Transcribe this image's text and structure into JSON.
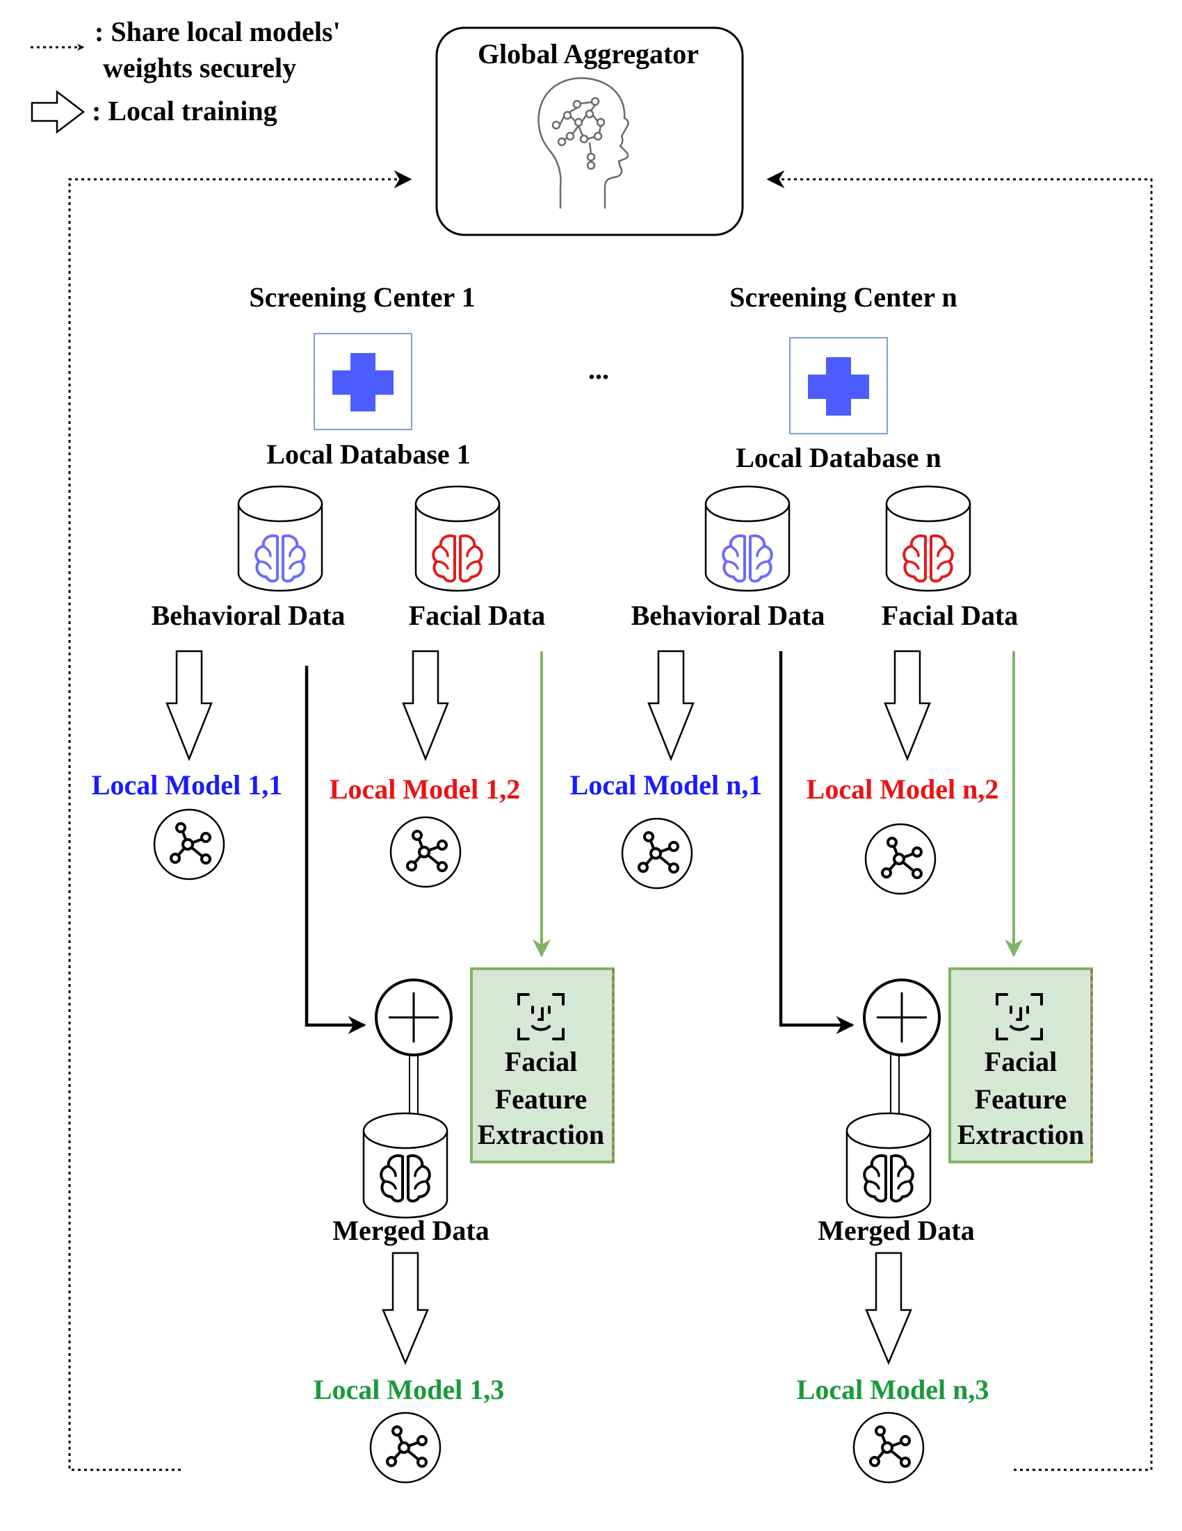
{
  "legend": {
    "share_text_line1": ": Share local models'",
    "share_text_line2": "weights securely",
    "local_training_text": ": Local training"
  },
  "aggregator": {
    "title": "Global Aggregator",
    "icon": "ai-head-icon"
  },
  "ellipsis": "...",
  "centers": [
    {
      "title": "Screening Center 1",
      "icon": "medical-cross-icon",
      "database": "Local Database 1",
      "behavioral": "Behavioral Data",
      "facial": "Facial Data",
      "model_behavioral": "Local Model 1,1",
      "model_facial": "Local Model 1,2",
      "feature_line1": "Facial",
      "feature_line2": "Feature",
      "feature_line3": "Extraction",
      "merged": "Merged Data",
      "model_merged": "Local Model 1,3"
    },
    {
      "title": "Screening Center n",
      "icon": "medical-cross-icon",
      "database": "Local Database n",
      "behavioral": "Behavioral Data",
      "facial": "Facial Data",
      "model_behavioral": "Local Model n,1",
      "model_facial": "Local Model n,2",
      "feature_line1": "Facial",
      "feature_line2": "Feature",
      "feature_line3": "Extraction",
      "merged": "Merged Data",
      "model_merged": "Local Model n,3"
    }
  ],
  "colors": {
    "behavioral": "#1a1aff",
    "facial": "#ee1111",
    "merged": "#1a9a3a",
    "green_arrow": "#82b366",
    "feature_box_fill": "#d5e8d4",
    "cross": "#4d5cff"
  }
}
